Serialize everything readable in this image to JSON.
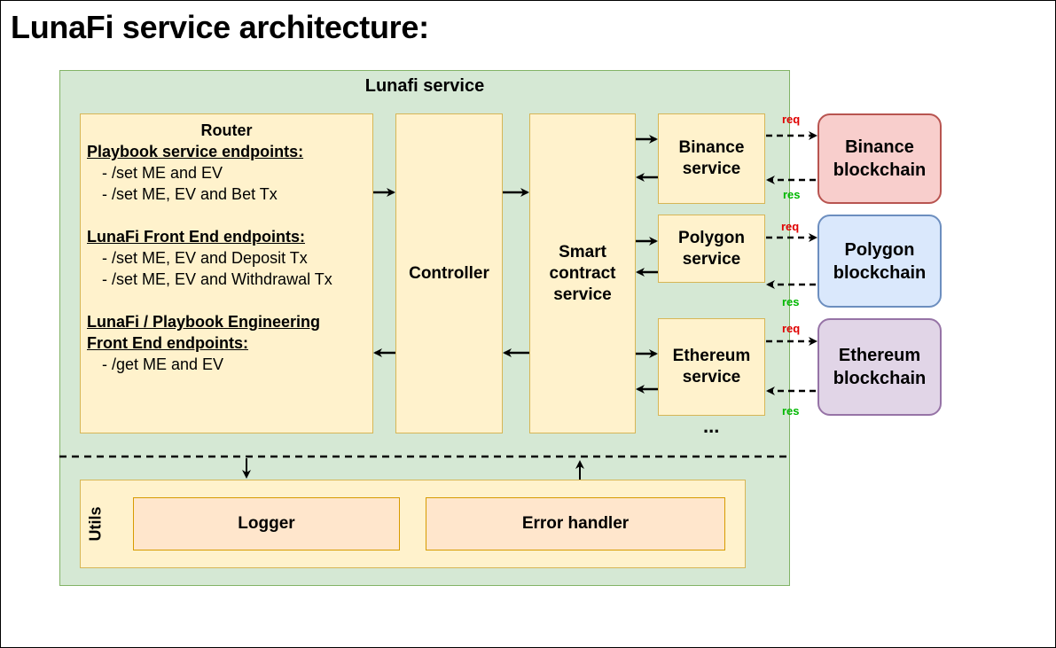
{
  "title": "LunaFi service architecture:",
  "service": {
    "title": "Lunafi service",
    "router": {
      "heading": "Router",
      "sections": [
        {
          "name": "Playbook service endpoints:",
          "endpoints": [
            "- /set ME and EV",
            "- /set ME, EV and Bet Tx"
          ]
        },
        {
          "name": "LunaFi Front End endpoints:",
          "endpoints": [
            "- /set ME, EV and Deposit Tx",
            "- /set ME, EV and Withdrawal Tx"
          ]
        },
        {
          "name": "LunaFi / Playbook Engineering Front End  endpoints:",
          "endpoints": [
            "- /get ME and EV"
          ]
        }
      ]
    },
    "controller": "Controller",
    "smart_contract": "Smart contract service",
    "chain_services": [
      "Binance service",
      "Polygon service",
      "Ethereum service"
    ],
    "more": "...",
    "utils": {
      "label": "Utils",
      "logger": "Logger",
      "error_handler": "Error handler"
    }
  },
  "blockchains": [
    "Binance blockchain",
    "Polygon blockchain",
    "Ethereum blockchain"
  ],
  "arrow_labels": {
    "req": "req",
    "res": "res"
  }
}
